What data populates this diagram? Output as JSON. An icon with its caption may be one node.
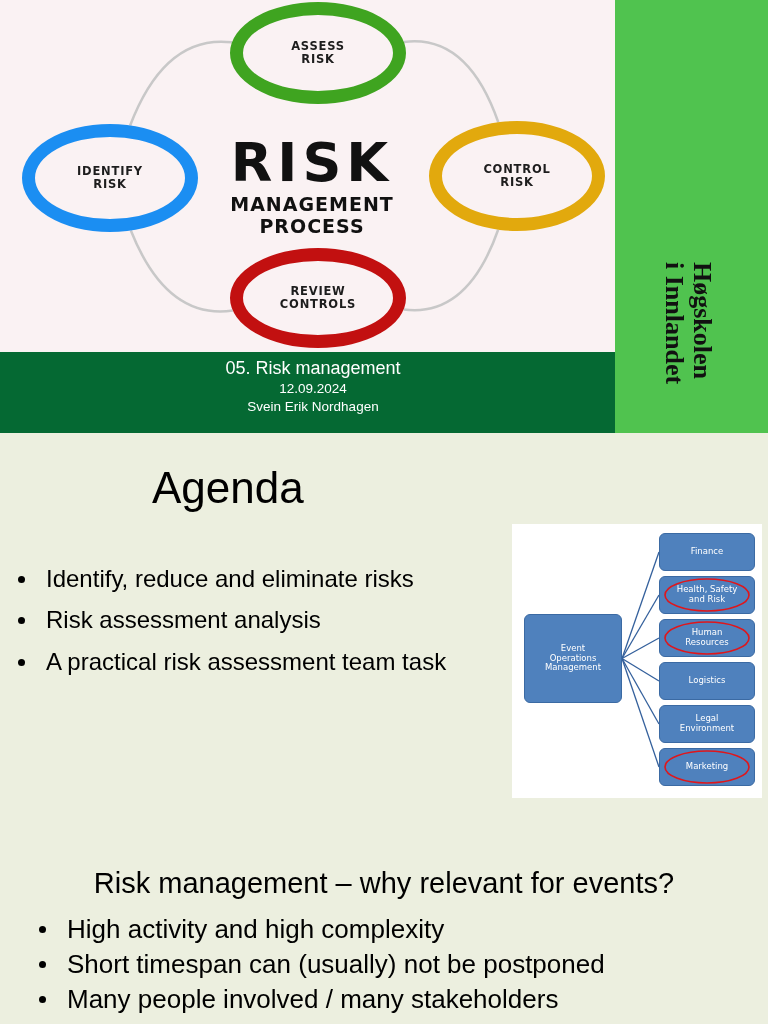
{
  "diagram": {
    "nodes": [
      {
        "text": [
          "ASSESS RISK"
        ]
      },
      {
        "text": [
          "IDENTIFY RISK"
        ]
      },
      {
        "text": [
          "CONTROL RISK"
        ]
      },
      {
        "text": [
          "REVIEW CONTROLS"
        ]
      },
      {
        "text": [
          "Event Operations Management"
        ]
      },
      {
        "text": [
          "Finance"
        ]
      },
      {
        "text": [
          "Health, Safety and Risk"
        ]
      },
      {
        "text": [
          "Human Resources"
        ]
      },
      {
        "text": [
          "Logistics"
        ]
      },
      {
        "text": [
          "Legal Environment"
        ]
      },
      {
        "text": [
          "Marketing"
        ]
      }
    ],
    "edges": [
      {
        "from": 1,
        "to": 0,
        "arrow": "none",
        "color": "#c8c8c8"
      },
      {
        "from": 0,
        "to": 2,
        "arrow": "none",
        "color": "#c8c8c8"
      },
      {
        "from": 2,
        "to": 3,
        "arrow": "none",
        "color": "#c8c8c8"
      },
      {
        "from": 3,
        "to": 1,
        "arrow": "none",
        "color": "#c8c8c8"
      },
      {
        "from": 4,
        "to": 5,
        "arrow": "none"
      },
      {
        "from": 4,
        "to": 6,
        "arrow": "none"
      },
      {
        "from": 4,
        "to": 7,
        "arrow": "none"
      },
      {
        "from": 4,
        "to": 8,
        "arrow": "none"
      },
      {
        "from": 4,
        "to": 9,
        "arrow": "none"
      },
      {
        "from": 4,
        "to": 10,
        "arrow": "none"
      }
    ],
    "labels": [
      "RISK",
      "MANAGEMENT PROCESS",
      "05. Risk management",
      "12.09.2024",
      "Svein Erik Nordhagen",
      "Høgskolen i Innlandet",
      "Agenda",
      "Identify, reduce and eliminate risks",
      "Risk assessment analysis",
      "A practical risk assessment team task",
      "Risk management – why relevant for events?",
      "High activity and high complexity",
      "Short timespan can (usually) not be postponed",
      "Many people involved / many stakeholders"
    ]
  }
}
